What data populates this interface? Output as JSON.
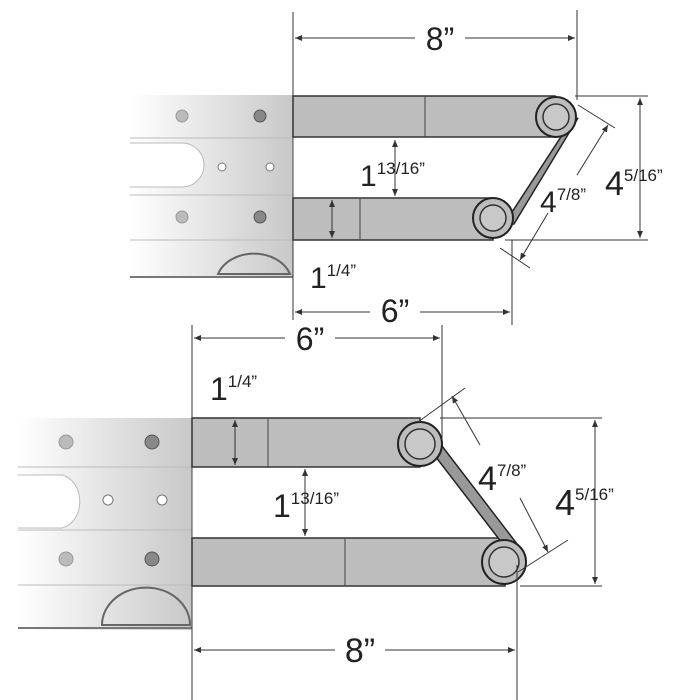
{
  "top_view": {
    "dim_length_top": {
      "whole": "8",
      "unit": "”"
    },
    "dim_length_bottom": {
      "whole": "6",
      "unit": "”"
    },
    "dim_height": {
      "whole": "4",
      "fraction": "5/16”"
    },
    "dim_diagonal": {
      "whole": "4",
      "fraction": "7/8”"
    },
    "dim_gap": {
      "whole": "1",
      "fraction": "13/16”"
    },
    "dim_arm_width": {
      "whole": "1",
      "fraction": "1/4”"
    }
  },
  "bottom_view": {
    "dim_length_top": {
      "whole": "6",
      "unit": "”"
    },
    "dim_length_bottom": {
      "whole": "8",
      "unit": "”"
    },
    "dim_height": {
      "whole": "4",
      "fraction": "5/16”"
    },
    "dim_diagonal": {
      "whole": "4",
      "fraction": "7/8”"
    },
    "dim_gap": {
      "whole": "1",
      "fraction": "13/16”"
    },
    "dim_arm_width": {
      "whole": "1",
      "fraction": "1/4”"
    }
  },
  "colors": {
    "arm": "#bdbdbd",
    "outline": "#333333",
    "rail": "#d8d8d8"
  }
}
